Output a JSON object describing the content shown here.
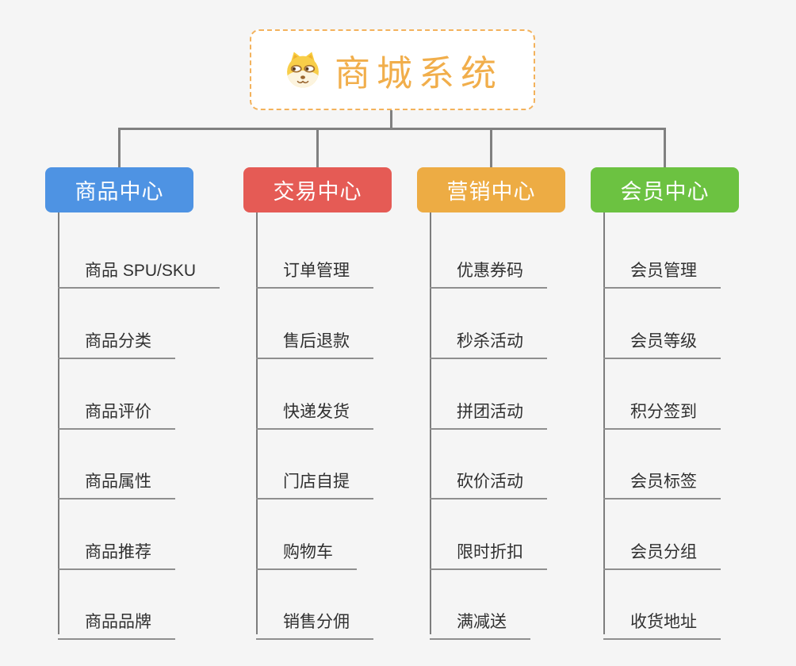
{
  "root": {
    "title": "商城系统",
    "icon": "dog-face-icon",
    "title_color": "#F1AE4B",
    "border_color": "#F3B25C"
  },
  "branches": [
    {
      "label": "商品中心",
      "color": "#4E93E3",
      "items": [
        "商品 SPU/SKU",
        "商品分类",
        "商品评价",
        "商品属性",
        "商品推荐",
        "商品品牌"
      ]
    },
    {
      "label": "交易中心",
      "color": "#E55B55",
      "items": [
        "订单管理",
        "售后退款",
        "快递发货",
        "门店自提",
        "购物车",
        "销售分佣"
      ]
    },
    {
      "label": "营销中心",
      "color": "#EDAC44",
      "items": [
        "优惠券码",
        "秒杀活动",
        "拼团活动",
        "砍价活动",
        "限时折扣",
        "满减送"
      ]
    },
    {
      "label": "会员中心",
      "color": "#6CC241",
      "items": [
        "会员管理",
        "会员等级",
        "积分签到",
        "会员标签",
        "会员分组",
        "收货地址"
      ]
    }
  ],
  "colors": {
    "background": "#F5F5F5",
    "connector": "#808080",
    "leaf_underline": "#8F8F8F",
    "leaf_text": "#303030",
    "branch_text": "#FFFFFF"
  }
}
